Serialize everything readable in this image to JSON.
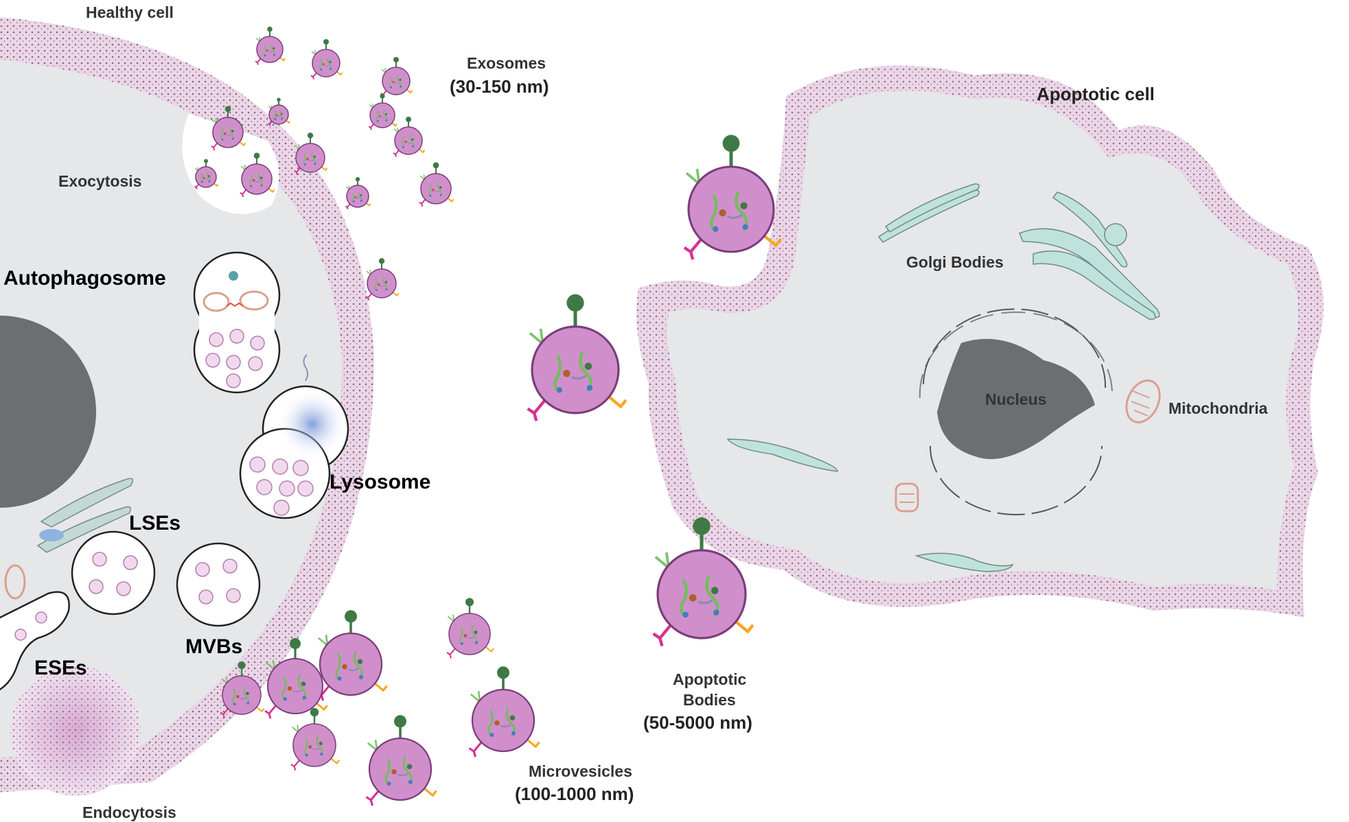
{
  "labels": {
    "healthy_cell": "Healthy cell",
    "exosomes_title": "Exosomes",
    "exosomes_size": "(30-150 nm)",
    "exocytosis": "Exocytosis",
    "autophagosome": "Autophagosome",
    "lysosome": "Lysosome",
    "lses": "LSEs",
    "ses": "ESEs",
    "mvbs": "MVBs",
    "endocytosis": "Endocytosis",
    "microvesicles_title": "Microvesicles",
    "microvesicles_size": "(100-1000 nm)",
    "apoptotic_cell": "Apoptotic cell",
    "golgi_bodies": "Golgi Bodies",
    "nucleus": "Nucleus",
    "mitochondria": "Mitochondria",
    "apoptotic_bodies_line1": "Apoptotic",
    "apoptotic_bodies_line2": "Bodies",
    "apoptotic_bodies_size": "(50-5000 nm)"
  },
  "colors": {
    "cytoplasm": "#e6e7e9",
    "membrane_pink": "#e7cde3",
    "vesicle_fill": "#d08fcb",
    "vesicle_stroke": "#7a3d7a",
    "nucleus": "#6d6e71",
    "organelle_teal": "#bfe3dc",
    "mitochondria": "#d9a08f",
    "receptor_magenta": "#d8328f",
    "receptor_orange": "#f7a824",
    "receptor_green": "#3e7a45",
    "receptor_lightgreen": "#7cc46d"
  }
}
